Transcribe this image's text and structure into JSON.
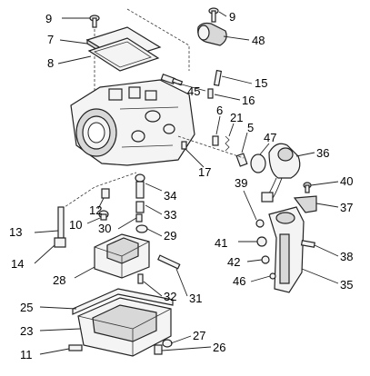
{
  "callouts": [
    {
      "id": "c9a",
      "text": "9"
    },
    {
      "id": "c9b",
      "text": "9"
    },
    {
      "id": "c7",
      "text": "7"
    },
    {
      "id": "c48",
      "text": "48"
    },
    {
      "id": "c8",
      "text": "8"
    },
    {
      "id": "c15",
      "text": "15"
    },
    {
      "id": "c45",
      "text": "45"
    },
    {
      "id": "c16",
      "text": "16"
    },
    {
      "id": "c6",
      "text": "6"
    },
    {
      "id": "c21",
      "text": "21"
    },
    {
      "id": "c5",
      "text": "5"
    },
    {
      "id": "c47",
      "text": "47"
    },
    {
      "id": "c36",
      "text": "36"
    },
    {
      "id": "c17",
      "text": "17"
    },
    {
      "id": "c39",
      "text": "39"
    },
    {
      "id": "c40",
      "text": "40"
    },
    {
      "id": "c34",
      "text": "34"
    },
    {
      "id": "c12",
      "text": "12"
    },
    {
      "id": "c37",
      "text": "37"
    },
    {
      "id": "c33",
      "text": "33"
    },
    {
      "id": "c13",
      "text": "13"
    },
    {
      "id": "c10",
      "text": "10"
    },
    {
      "id": "c30",
      "text": "30"
    },
    {
      "id": "c29",
      "text": "29"
    },
    {
      "id": "c41",
      "text": "41"
    },
    {
      "id": "c38",
      "text": "38"
    },
    {
      "id": "c14",
      "text": "14"
    },
    {
      "id": "c42",
      "text": "42"
    },
    {
      "id": "c28",
      "text": "28"
    },
    {
      "id": "c46",
      "text": "46"
    },
    {
      "id": "c35",
      "text": "35"
    },
    {
      "id": "c32",
      "text": "32"
    },
    {
      "id": "c31",
      "text": "31"
    },
    {
      "id": "c25",
      "text": "25"
    },
    {
      "id": "c23",
      "text": "23"
    },
    {
      "id": "c27",
      "text": "27"
    },
    {
      "id": "c26",
      "text": "26"
    },
    {
      "id": "c11",
      "text": "11"
    }
  ]
}
